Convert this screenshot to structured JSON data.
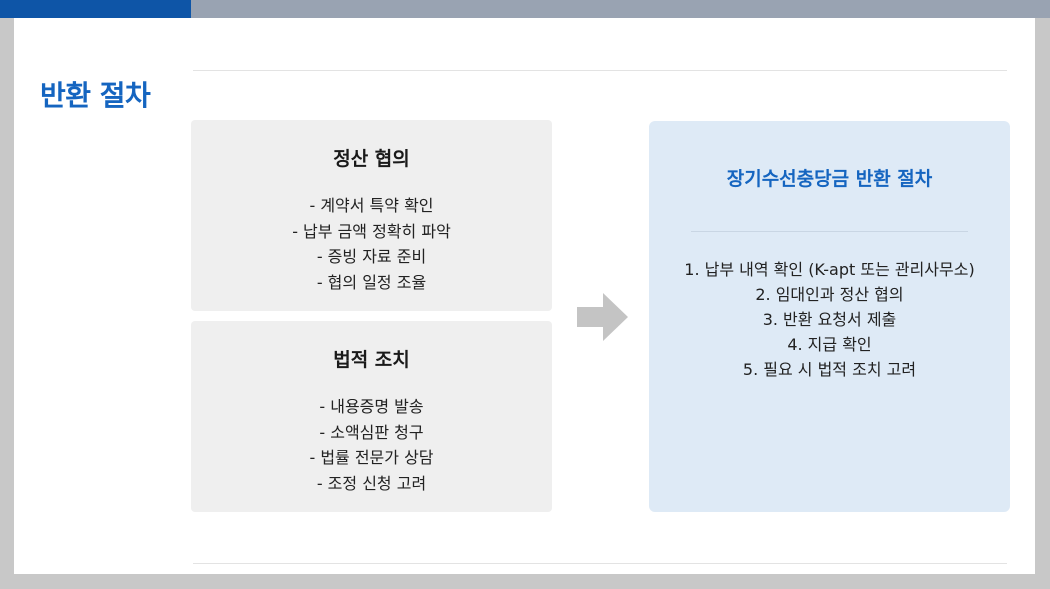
{
  "page": {
    "title": "반환 절차",
    "accent_color": "#1565c0",
    "header_bar_color": "#0e55a7"
  },
  "cards": [
    {
      "title": "정산 협의",
      "items": [
        "- 계약서 특약 확인",
        "- 납부 금액 정확히 파악",
        "- 증빙 자료 준비",
        "- 협의 일정 조율"
      ]
    },
    {
      "title": "법적 조치",
      "items": [
        "- 내용증명 발송",
        "- 소액심판 청구",
        "- 법률 전문가 상담",
        "- 조정 신청 고려"
      ]
    }
  ],
  "arrow_icon": "arrow-right-icon",
  "procedure": {
    "title": "장기수선충당금 반환 절차",
    "steps": [
      "1. 납부 내역 확인 (K-apt 또는 관리사무소)",
      "2. 임대인과 정산 협의",
      "3. 반환 요청서 제출",
      "4. 지급 확인",
      "5. 필요 시 법적 조치 고려"
    ],
    "background_color": "#deeaf6"
  }
}
